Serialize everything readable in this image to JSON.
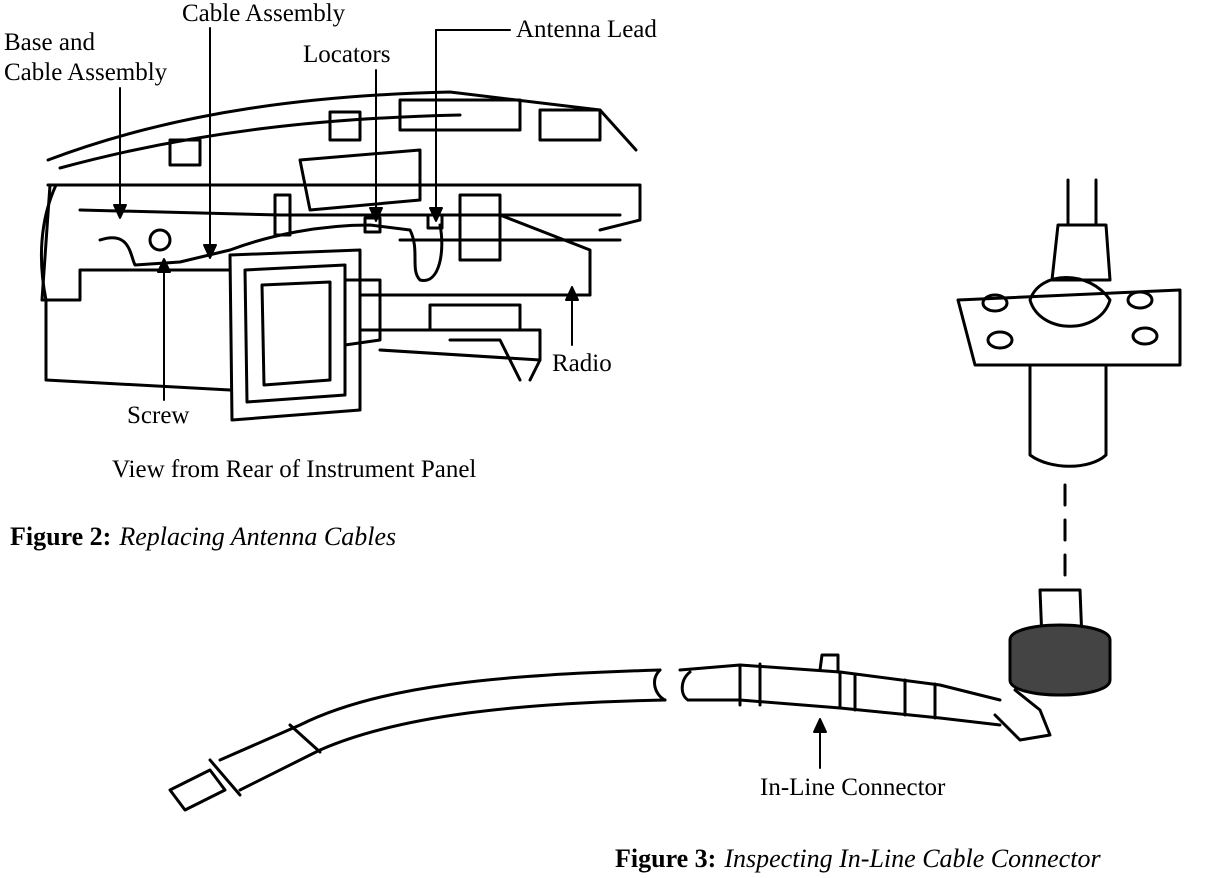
{
  "figure2": {
    "labels": {
      "base_and_cable_line1": "Base and",
      "base_and_cable_line2": "Cable Assembly",
      "cable_assembly": "Cable Assembly",
      "locators": "Locators",
      "antenna_lead": "Antenna Lead",
      "radio": "Radio",
      "screw": "Screw",
      "view_note": "View from Rear of Instrument Panel"
    },
    "caption": {
      "number": "Figure 2:",
      "title": "Replacing Antenna Cables"
    }
  },
  "figure3": {
    "labels": {
      "inline_connector": "In-Line Connector"
    },
    "caption": {
      "number": "Figure 3:",
      "title": "Inspecting In-Line Cable Connector"
    }
  }
}
